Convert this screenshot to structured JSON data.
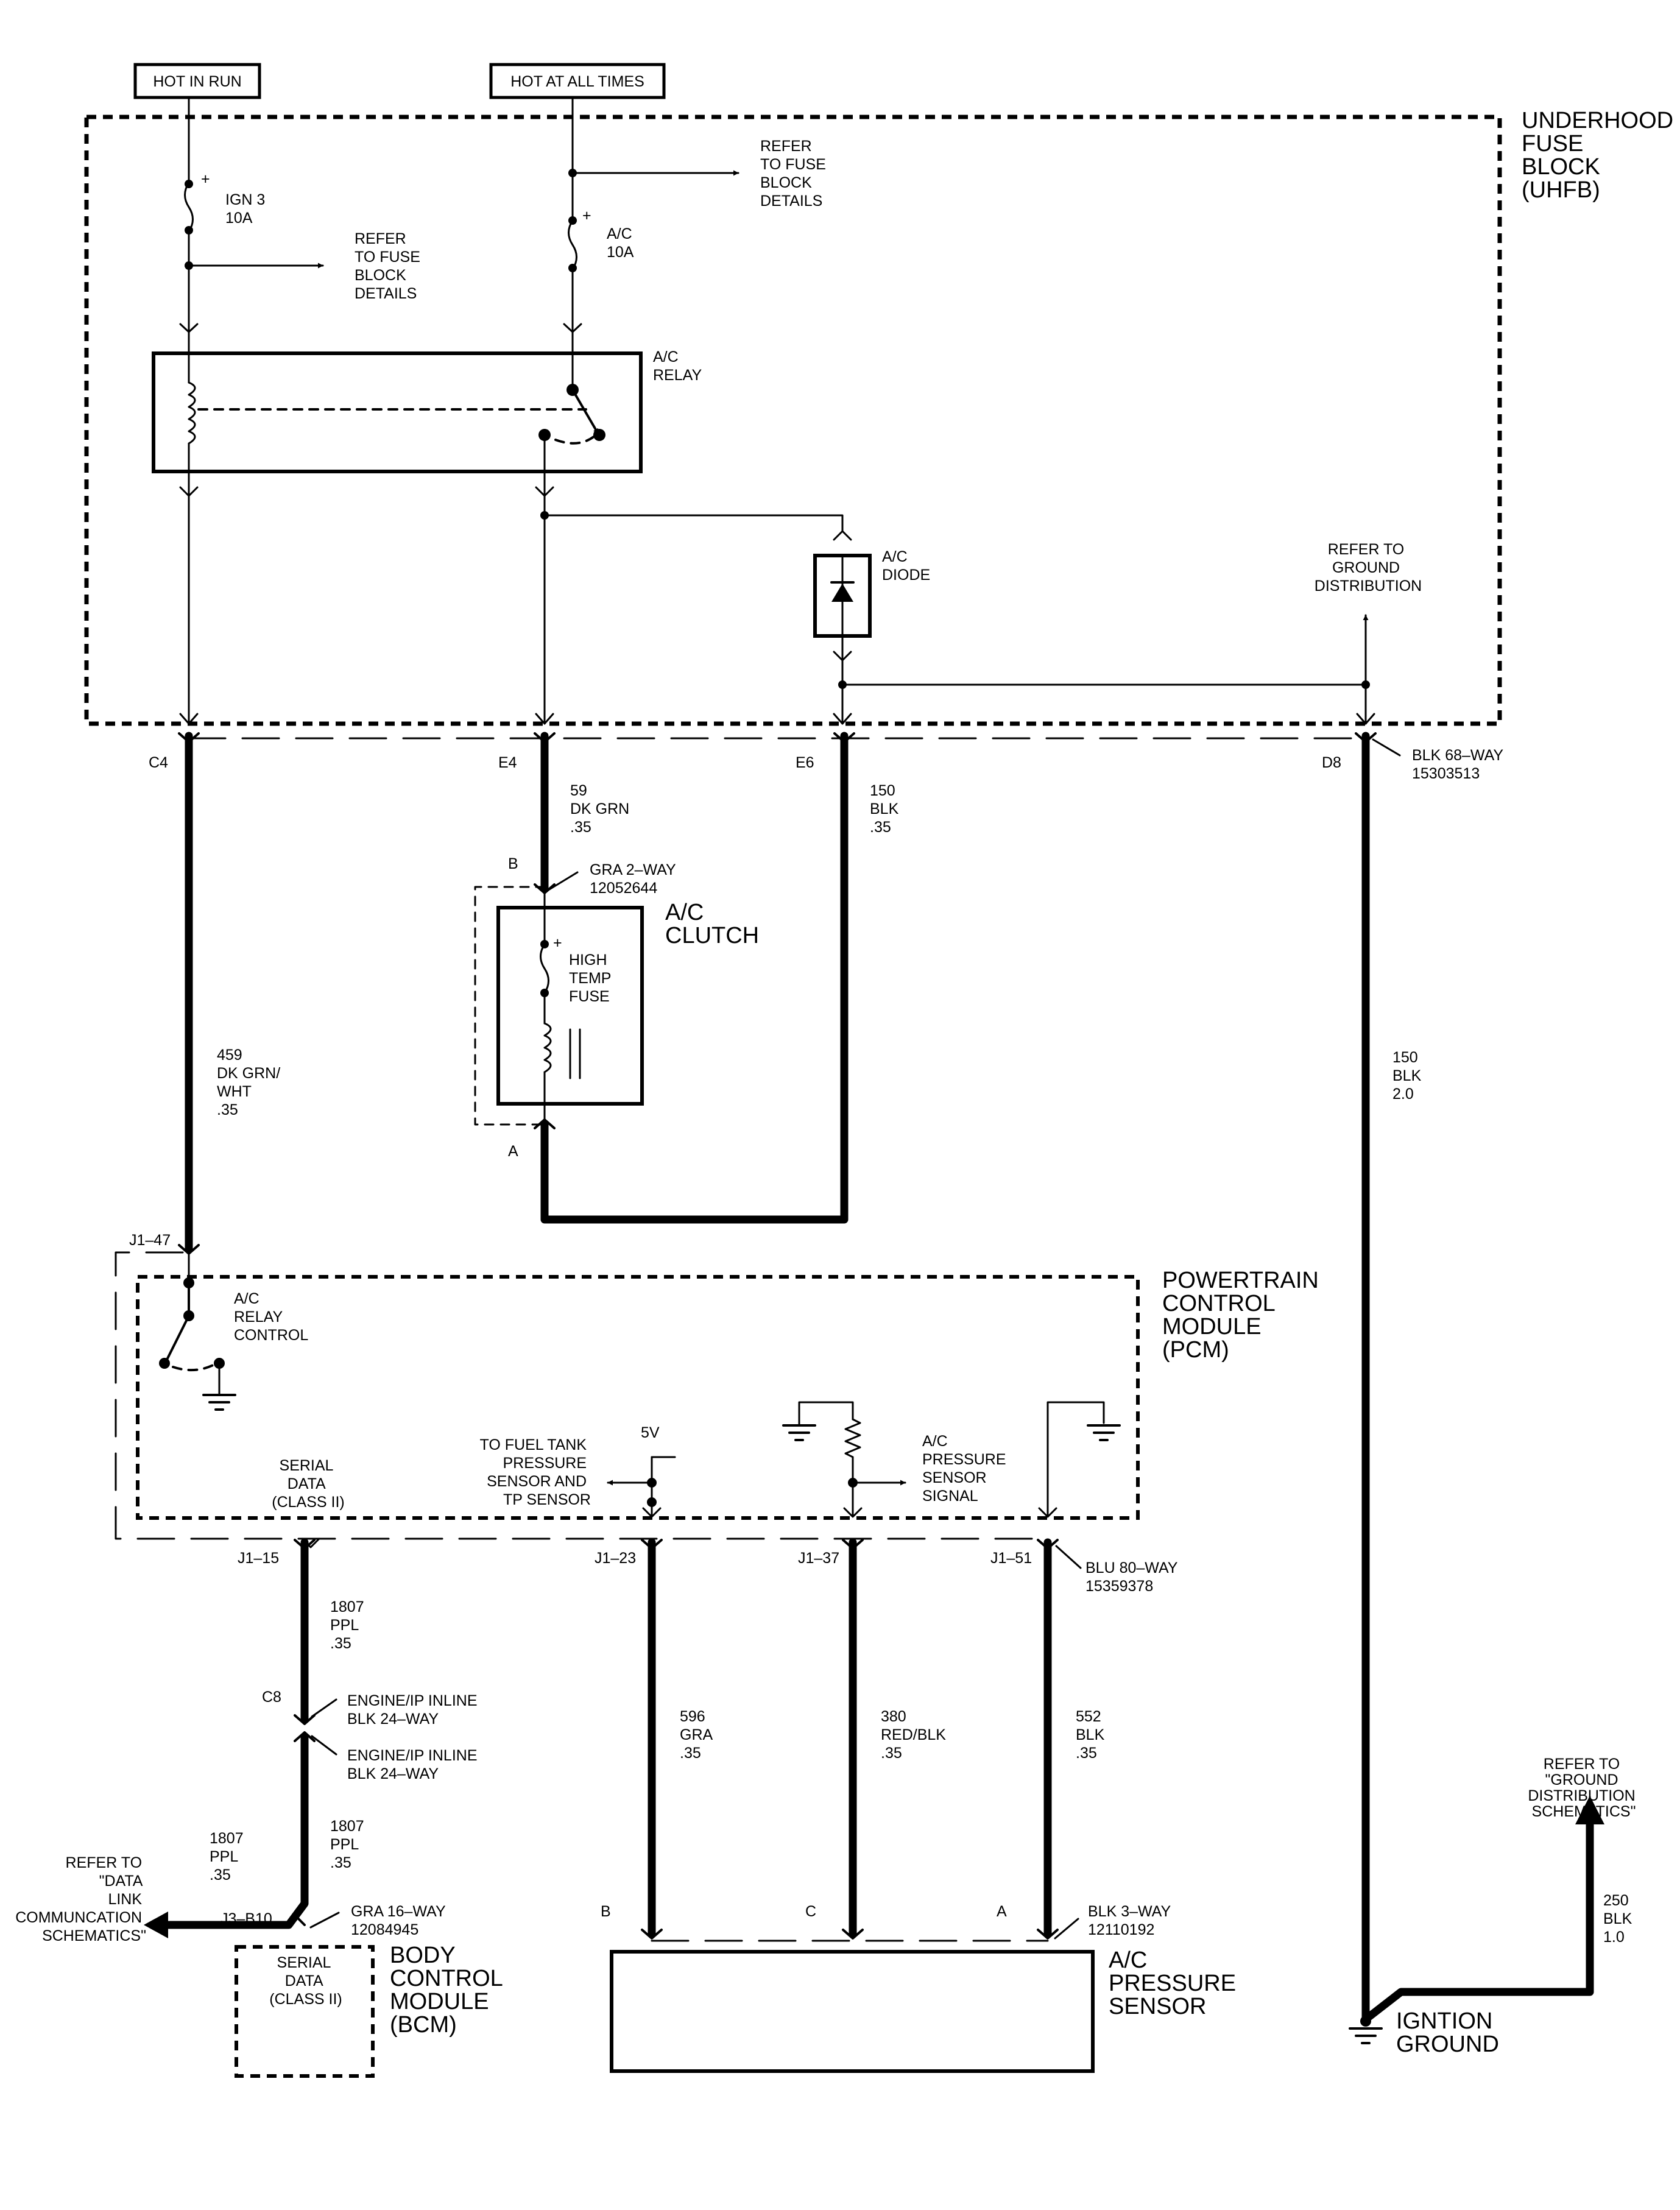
{
  "headers": {
    "hot_in_run": "HOT IN RUN",
    "hot_at_all_times": "HOT AT ALL TIMES"
  },
  "uhfb": {
    "title": [
      "UNDERHOOD",
      "FUSE",
      "BLOCK",
      "(UHFB)"
    ],
    "fuse_ign3": [
      "IGN 3",
      "10A"
    ],
    "fuse_ac": [
      "A/C",
      "10A"
    ],
    "refer_fuse_block": [
      "REFER",
      "TO FUSE",
      "BLOCK",
      "DETAILS"
    ],
    "ac_relay": [
      "A/C",
      "RELAY"
    ],
    "ac_diode": [
      "A/C",
      "DIODE"
    ],
    "refer_ground": [
      "REFER TO",
      "GROUND",
      "DISTRIBUTION"
    ],
    "connector": [
      "BLK 68–WAY",
      "15303513"
    ]
  },
  "pins": {
    "c4": "C4",
    "e4": "E4",
    "e6": "E6",
    "d8": "D8",
    "b_clutch": "B",
    "a_clutch": "A",
    "j1_47": "J1–47",
    "j1_15": "J1–15",
    "j1_23": "J1–23",
    "j1_37": "J1–37",
    "j1_51": "J1–51",
    "c8": "C8",
    "j3_b10": "J3–B10",
    "b_sensor": "B",
    "c_sensor": "C",
    "a_sensor": "A"
  },
  "wires": {
    "w59": [
      "59",
      "DK GRN",
      ".35"
    ],
    "w150_e6": [
      "150",
      "BLK",
      ".35"
    ],
    "w459": [
      "459",
      "DK GRN/",
      "WHT",
      ".35"
    ],
    "w150_d8": [
      "150",
      "BLK",
      "2.0"
    ],
    "w1807_top": [
      "1807",
      "PPL",
      ".35"
    ],
    "w1807_bottom": [
      "1807",
      "PPL",
      ".35"
    ],
    "w1807_left": [
      "1807",
      "PPL",
      ".35"
    ],
    "w596": [
      "596",
      "GRA",
      ".35"
    ],
    "w380": [
      "380",
      "RED/BLK",
      ".35"
    ],
    "w552": [
      "552",
      "BLK",
      ".35"
    ],
    "w250": [
      "250",
      "BLK",
      "1.0"
    ]
  },
  "clutch": {
    "connector": [
      "GRA 2–WAY",
      "12052644"
    ],
    "title": [
      "A/C",
      "CLUTCH"
    ],
    "fuse": [
      "HIGH",
      "TEMP",
      "FUSE"
    ]
  },
  "pcm": {
    "title": [
      "POWERTRAIN",
      "CONTROL",
      "MODULE",
      "(PCM)"
    ],
    "relay_control": [
      "A/C",
      "RELAY",
      "CONTROL"
    ],
    "serial_data": [
      "SERIAL",
      "DATA",
      "(CLASS II)"
    ],
    "fuel_tank": [
      "TO FUEL TANK",
      "PRESSURE",
      "SENSOR AND",
      "TP SENSOR"
    ],
    "five_v": "5V",
    "pressure_signal": [
      "A/C",
      "PRESSURE",
      "SENSOR",
      "SIGNAL"
    ],
    "connector": [
      "BLU 80–WAY",
      "15359378"
    ]
  },
  "inline": {
    "top": [
      "ENGINE/IP INLINE",
      "BLK 24–WAY"
    ],
    "bottom": [
      "ENGINE/IP INLINE",
      "BLK 24–WAY"
    ]
  },
  "bcm": {
    "refer": [
      "REFER TO",
      "\"DATA",
      "LINK",
      "COMMUNCATION",
      "SCHEMATICS\""
    ],
    "connector": [
      "GRA 16–WAY",
      "12084945"
    ],
    "title": [
      "BODY",
      "CONTROL",
      "MODULE",
      "(BCM)"
    ],
    "serial_data": [
      "SERIAL",
      "DATA",
      "(CLASS II)"
    ]
  },
  "sensor": {
    "connector": [
      "BLK 3–WAY",
      "12110192"
    ],
    "title": [
      "A/C",
      "PRESSURE",
      "SENSOR"
    ]
  },
  "ground": {
    "refer": [
      "REFER TO",
      "\"GROUND",
      "DISTRIBUTION",
      "SCHEMATICS\""
    ],
    "title": [
      "IGNTION",
      "GROUND"
    ]
  }
}
